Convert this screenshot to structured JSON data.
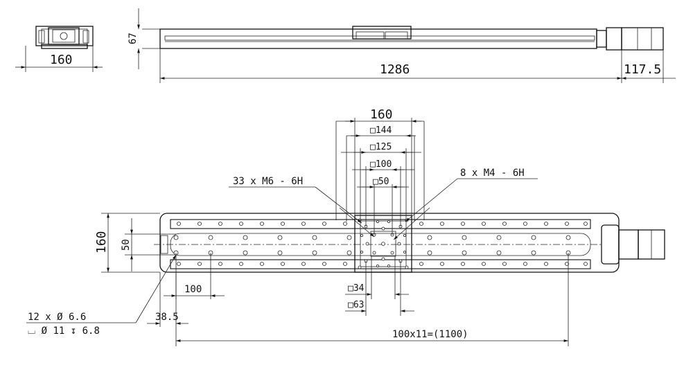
{
  "top_view": {
    "dims": {
      "end_width": "160",
      "height": "67",
      "length": "1286",
      "motor_length": "117.5"
    }
  },
  "main_view": {
    "dims": {
      "carriage_width": "160",
      "sq144": "□144",
      "sq125": "□125",
      "sq100": "□100",
      "sq50": "□50",
      "base_width": "160",
      "hole_span": "50",
      "pitch": "100",
      "offset": "38.5",
      "total_pitch": "100x11=(1100)",
      "sq34": "□34",
      "sq63": "□63"
    },
    "callouts": {
      "carriage_m6": "33 x  M6 - 6H",
      "carriage_m4": "8 x  M4 - 6H",
      "mount_holes": "12 x Ø 6.6",
      "counterbore": "⌴ Ø 11 ↧ 6.8"
    }
  }
}
